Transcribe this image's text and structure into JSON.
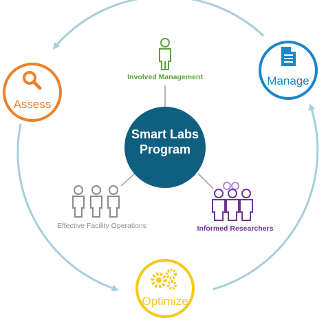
{
  "colors": {
    "cycle_arrow": "#a7cfd9",
    "center": "#0f5f80",
    "assess": "#f07f2a",
    "manage": "#1c86c6",
    "optimize": "#f5c918",
    "management_green": "#5da13a",
    "researchers_purple": "#6e3595",
    "operations_gray": "#8c8c8c",
    "connector_gray": "#9a9a9a"
  },
  "center": {
    "line1": "Smart Labs",
    "line2": "Program"
  },
  "nodes": {
    "assess": {
      "label": "Assess",
      "icon": "magnifier-icon"
    },
    "manage": {
      "label": "Manage",
      "icon": "document-icon"
    },
    "optimize": {
      "label": "Optimize",
      "icon": "gears-icon"
    }
  },
  "groups": {
    "management": {
      "label": "Involved Management",
      "icon": "person-icon"
    },
    "operations": {
      "label": "Effective Facility Operations",
      "icon": "people-group-icon"
    },
    "researchers": {
      "label": "Informed Researchers",
      "icon": "people-group-icon"
    }
  }
}
